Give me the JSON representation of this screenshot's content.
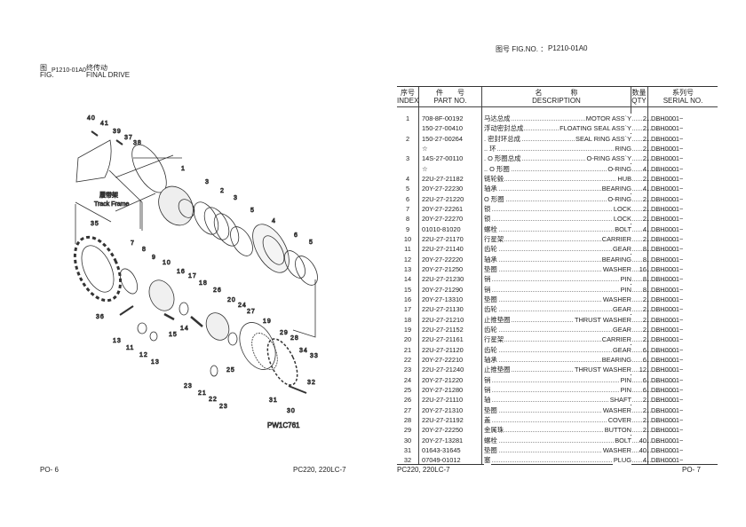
{
  "left_page": {
    "fig_label_cn": "图",
    "fig_label_en": "FIG.",
    "fig_no": "P1210-01A0",
    "title_cn": "终传动",
    "title_en": "FINAL DRIVE",
    "footer_page": "PO- 6",
    "footer_model": "PC220, 220LC-7"
  },
  "diagram": {
    "track_frame_cn": "履带架",
    "track_frame_en": "Track Frame",
    "drawing_code": "PW1C761",
    "callouts": [
      "40",
      "41",
      "39",
      "37",
      "38",
      "1",
      "3",
      "2",
      "3",
      "5",
      "4",
      "6",
      "5",
      "35",
      "7",
      "8",
      "9",
      "10",
      "16",
      "17",
      "18",
      "26",
      "20",
      "24",
      "27",
      "19",
      "29",
      "28",
      "34",
      "33",
      "32",
      "31",
      "30",
      "25",
      "23",
      "21",
      "22",
      "23",
      "36",
      "13",
      "11",
      "12",
      "13",
      "15",
      "14"
    ]
  },
  "right_page": {
    "fig_no_label": "图号  FIG.NO.  ：",
    "fig_no": "P1210-01A0",
    "footer_model": "PC220, 220LC-7",
    "footer_page": "PO- 7",
    "headers": {
      "index_cn": "序号",
      "index_en": "INDEX",
      "part_cn": "件　　号",
      "part_en": "PART NO.",
      "desc_cn": "名　　　　称",
      "desc_en": "DESCRIPTION",
      "qty_cn": "数量",
      "qty_en": "QTY",
      "serial_cn": "系列号",
      "serial_en": "SERIAL NO."
    },
    "rows": [
      {
        "index": "1",
        "part": "708-8F-00192",
        "cn": "马达总成",
        "en": "MOTOR ASS`Y",
        "qty": "2",
        "serial": "DBH0001~"
      },
      {
        "index": "",
        "part": "150-27-00410",
        "cn": "浮动密封总成",
        "en": "FLOATING SEAL ASS`Y",
        "qty": "2",
        "serial": "DBH0001~"
      },
      {
        "index": "2",
        "part": "150-27-00264",
        "cn": ". 密封环总成",
        "en": "SEAL RING ASS`Y",
        "qty": "2",
        "serial": "DBH0001~"
      },
      {
        "index": "",
        "part": "☆",
        "cn": ".. 环",
        "en": "RING",
        "qty": "2",
        "serial": "DBH0001~"
      },
      {
        "index": "3",
        "part": "14S-27-00110",
        "cn": ". O 形圈总成",
        "en": "O-RING ASS`Y",
        "qty": "2",
        "serial": "DBH0001~"
      },
      {
        "index": "",
        "part": "☆",
        "cn": ".. O 形圈",
        "en": "O-RING",
        "qty": "4",
        "serial": "DBH0001~"
      },
      {
        "index": "4",
        "part": "22U-27-21182",
        "cn": "链轮毂",
        "en": "HUB",
        "qty": "2",
        "serial": "DBH0001~"
      },
      {
        "index": "5",
        "part": "20Y-27-22230",
        "cn": "轴承",
        "en": "BEARING",
        "qty": "4",
        "serial": "DBH0001~"
      },
      {
        "index": "6",
        "part": "22U-27-21220",
        "cn": "O 形圈",
        "en": "O-RING",
        "qty": "2",
        "serial": "DBH0001~"
      },
      {
        "index": "7",
        "part": "20Y-27-22261",
        "cn": "锁",
        "en": "LOCK",
        "qty": "2",
        "serial": "DBH0001~"
      },
      {
        "index": "8",
        "part": "20Y-27-22270",
        "cn": "锁",
        "en": "LOCK",
        "qty": "2",
        "serial": "DBH0001~"
      },
      {
        "index": "9",
        "part": "01010-81020",
        "cn": "螺栓",
        "en": "BOLT",
        "qty": "4",
        "serial": "DBH0001~"
      },
      {
        "index": "10",
        "part": "22U-27-21170",
        "cn": "行星架",
        "en": "CARRIER",
        "qty": "2",
        "serial": "DBH0001~"
      },
      {
        "index": "11",
        "part": "22U-27-21140",
        "cn": "齿轮",
        "en": "GEAR",
        "qty": "8",
        "serial": "DBH0001~"
      },
      {
        "index": "12",
        "part": "20Y-27-22220",
        "cn": "轴承",
        "en": "BEARING",
        "qty": "8",
        "serial": "DBH0001~"
      },
      {
        "index": "13",
        "part": "20Y-27-21250",
        "cn": "垫圈",
        "en": "WASHER",
        "qty": "16",
        "serial": "DBH0001~"
      },
      {
        "index": "14",
        "part": "22U-27-21230",
        "cn": "销",
        "en": "PIN",
        "qty": "8",
        "serial": "DBH0001~"
      },
      {
        "index": "15",
        "part": "20Y-27-21290",
        "cn": "销",
        "en": "PIN",
        "qty": "8",
        "serial": "DBH0001~"
      },
      {
        "index": "16",
        "part": "20Y-27-13310",
        "cn": "垫圈",
        "en": "WASHER",
        "qty": "2",
        "serial": "DBH0001~"
      },
      {
        "index": "17",
        "part": "22U-27-21130",
        "cn": "齿轮",
        "en": "GEAR",
        "qty": "2",
        "serial": "DBH0001~"
      },
      {
        "index": "18",
        "part": "22U-27-21210",
        "cn": "止推垫圈",
        "en": "THRUST WASHER",
        "qty": "2",
        "serial": "DBH0001~"
      },
      {
        "index": "19",
        "part": "22U-27-21152",
        "cn": "齿轮",
        "en": "GEAR",
        "qty": "2",
        "serial": "DBH0001~"
      },
      {
        "index": "20",
        "part": "22U-27-21161",
        "cn": "行星架",
        "en": "CARRIER",
        "qty": "2",
        "serial": "DBH0001~"
      },
      {
        "index": "21",
        "part": "22U-27-21120",
        "cn": "齿轮",
        "en": "GEAR",
        "qty": "6",
        "serial": "DBH0001~"
      },
      {
        "index": "22",
        "part": "20Y-27-22210",
        "cn": "轴承",
        "en": "BEARING",
        "qty": "6",
        "serial": "DBH0001~"
      },
      {
        "index": "23",
        "part": "22U-27-21240",
        "cn": "止推垫圈",
        "en": "THRUST WASHER",
        "qty": "12",
        "serial": "DBH0001~"
      },
      {
        "index": "24",
        "part": "20Y-27-21220",
        "cn": "销",
        "en": "PIN",
        "qty": "6",
        "serial": "DBH0001~"
      },
      {
        "index": "25",
        "part": "20Y-27-21280",
        "cn": "销",
        "en": "PIN",
        "qty": "6",
        "serial": "DBH0001~"
      },
      {
        "index": "26",
        "part": "22U-27-21110",
        "cn": "轴",
        "en": "SHAFT",
        "qty": "2",
        "serial": "DBH0001~"
      },
      {
        "index": "27",
        "part": "20Y-27-21310",
        "cn": "垫圈",
        "en": "WASHER",
        "qty": "2",
        "serial": "DBH0001~"
      },
      {
        "index": "28",
        "part": "22U-27-21192",
        "cn": "盖",
        "en": "COVER",
        "qty": "2",
        "serial": "DBH0001~"
      },
      {
        "index": "29",
        "part": "20Y-27-22250",
        "cn": "金属珠",
        "en": "BUTTON",
        "qty": "2",
        "serial": "DBH0001~"
      },
      {
        "index": "30",
        "part": "20Y-27-13281",
        "cn": "螺栓",
        "en": "BOLT",
        "qty": "40",
        "serial": "DBH0001~"
      },
      {
        "index": "31",
        "part": "01643-31645",
        "cn": "垫圈",
        "en": "WASHER",
        "qty": "40",
        "serial": "DBH0001~"
      },
      {
        "index": "32",
        "part": "07049-01012",
        "cn": "塞",
        "en": "PLUG",
        "qty": "4",
        "serial": "DBH0001~"
      }
    ]
  }
}
